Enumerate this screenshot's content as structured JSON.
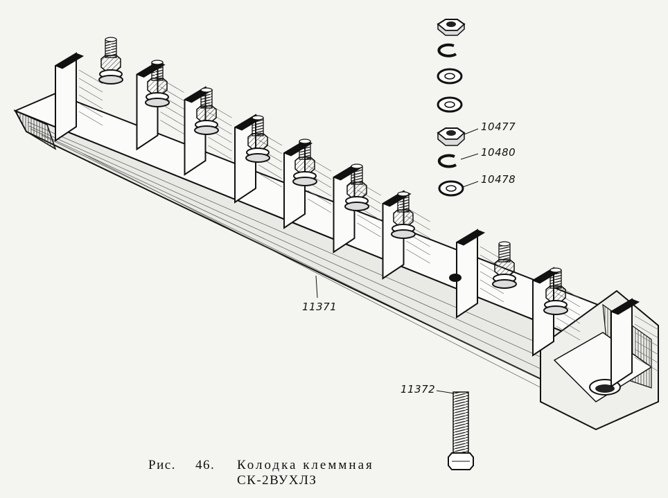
{
  "figure": {
    "caption_prefix": "Рис.",
    "figure_number": "46.",
    "caption_line1": "Колодка клеммная",
    "caption_line2": "СК-2ВУХЛЗ"
  },
  "callouts": {
    "nut": "10477",
    "spring_washer": "10480",
    "flat_washer": "10478",
    "terminal_block": "11371",
    "bolt": "11372"
  },
  "studs_count": 9
}
